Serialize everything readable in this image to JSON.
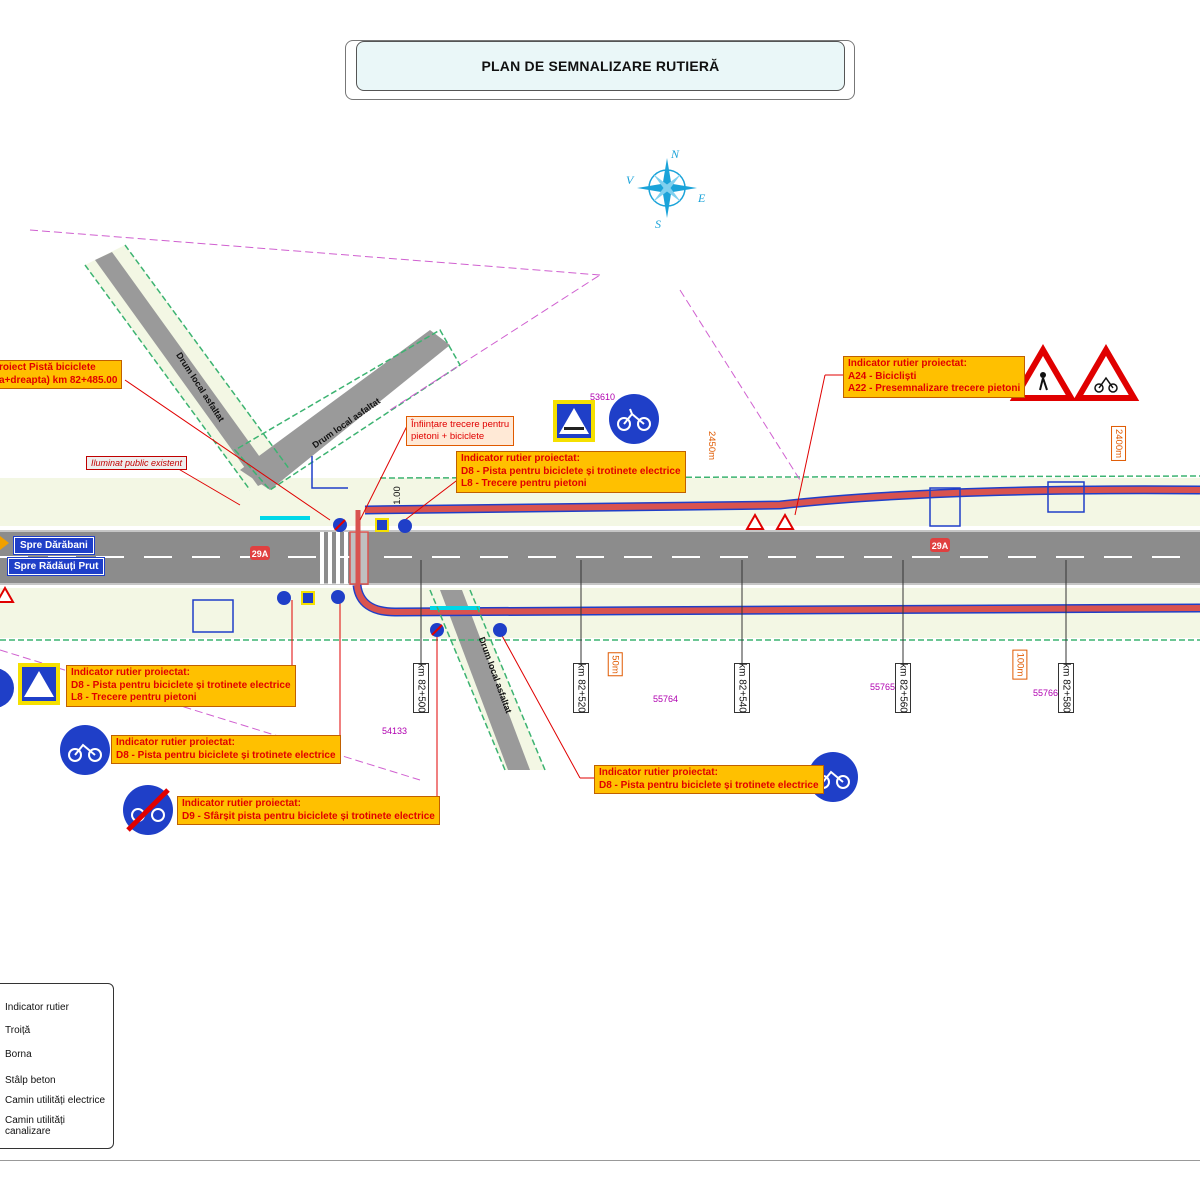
{
  "title": "PLAN DE SEMNALIZARE RUTIERĂ",
  "compass": {
    "n": "N",
    "s": "S",
    "e": "E",
    "w": "V"
  },
  "callouts": {
    "pista_proiect": "roiect Pistă biciclete\na+dreapta) km 82+485.00",
    "iluminat": "Iluminat public existent",
    "infiintare": "Înființare trecere pentru\npietoni + biciclete",
    "top_mid": "Indicator rutier proiectat:\nD8 - Pista pentru biciclete și trotinete electrice\nL8 - Trecere pentru pietoni",
    "top_right": "Indicator rutier proiectat:\nA24 - Bicicliști\nA22 - Presemnalizare trecere pietoni",
    "left_mid": "Indicator rutier proiectat:\nD8 - Pista pentru biciclete și trotinete electrice\nL8 - Trecere pentru pietoni",
    "left_d8": "Indicator rutier proiectat:\nD8 - Pista pentru biciclete și trotinete electrice",
    "left_d9": "Indicator rutier proiectat:\nD9 - Sfârșit pista pentru biciclete și trotinete electrice",
    "right_d8": "Indicator rutier proiectat:\nD8 - Pista pentru biciclete și trotinete electrice"
  },
  "directions": {
    "darabani": "Spre Dărăbani",
    "radauti": "Spre Rădăuți Prut"
  },
  "road_code": "29A",
  "roads": {
    "local1": "Drum local asfaltat",
    "local2": "Drum local asfaltat",
    "local3": "Drum local asfaltat"
  },
  "km_labels": [
    "km 82+500",
    "km 82+520",
    "km 82+540",
    "km 82+560",
    "km 82+580"
  ],
  "dimensions": {
    "d1": "2450m",
    "d2": "2400m",
    "d3": "50m",
    "d4": "100m",
    "d5": "1.00"
  },
  "parcels": [
    "53610",
    "55764",
    "55765",
    "55766",
    "54133"
  ],
  "legend": [
    "Indicator rutier",
    "Troiță",
    "Borna",
    "Stâlp beton",
    "Camin utilități electrice",
    "Camin utilități canalizare"
  ],
  "colors": {
    "bike_lane": "#d9534f",
    "bike_lane_edge": "#1f3fc8",
    "road": "#8c8c8c",
    "verge": "#f3f7e4",
    "fence": "#3cb371",
    "sign_blue": "#1f3fc8",
    "callout": "#ffc000",
    "crossing": "#00d8e8"
  }
}
